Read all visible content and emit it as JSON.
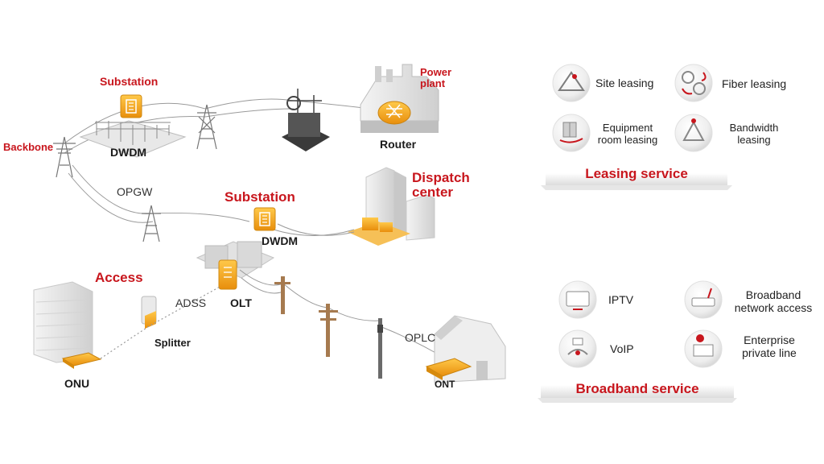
{
  "colors": {
    "accent_red": "#c8161d",
    "device_orange": "#f2a516",
    "line_gray": "#9a9a9a",
    "building_gray": "#d9d9d9"
  },
  "diagram": {
    "labels": {
      "substation_top": "Substation",
      "power_plant": "Power\nplant",
      "backbone": "Backbone",
      "dwdm_top": "DWDM",
      "router": "Router",
      "opgw": "OPGW",
      "substation_mid": "Substation",
      "dispatch_center": "Dispatch\ncenter",
      "dwdm_mid": "DWDM",
      "access": "Access",
      "adss": "ADSS",
      "olt": "OLT",
      "splitter": "Splitter",
      "onu": "ONU",
      "oplc": "OPLC",
      "ont": "ONT"
    },
    "device_icons": {
      "substation_dwdm_top": "dwdm-device-icon",
      "substation_dwdm_mid": "dwdm-device-icon",
      "router": "router-icon",
      "olt": "olt-device-icon",
      "splitter": "splitter-icon",
      "onu": "onu-device-icon",
      "ont": "ont-device-icon"
    }
  },
  "leasing_panel": {
    "title": "Leasing service",
    "items": [
      {
        "label": "Site leasing",
        "icon": "site-icon"
      },
      {
        "label": "Fiber leasing",
        "icon": "fiber-yen-icon"
      },
      {
        "label": "Equipment\nroom leasing",
        "icon": "equipment-room-icon"
      },
      {
        "label": "Bandwidth\nleasing",
        "icon": "bandwidth-icon"
      }
    ]
  },
  "broadband_panel": {
    "title": "Broadband service",
    "items": [
      {
        "label": "IPTV",
        "icon": "iptv-icon"
      },
      {
        "label": "Broadband\nnetwork access",
        "icon": "router-box-icon"
      },
      {
        "label": "VoIP",
        "icon": "voip-phone-icon"
      },
      {
        "label": "Enterprise\nprivate line",
        "icon": "enterprise-icon"
      }
    ]
  }
}
